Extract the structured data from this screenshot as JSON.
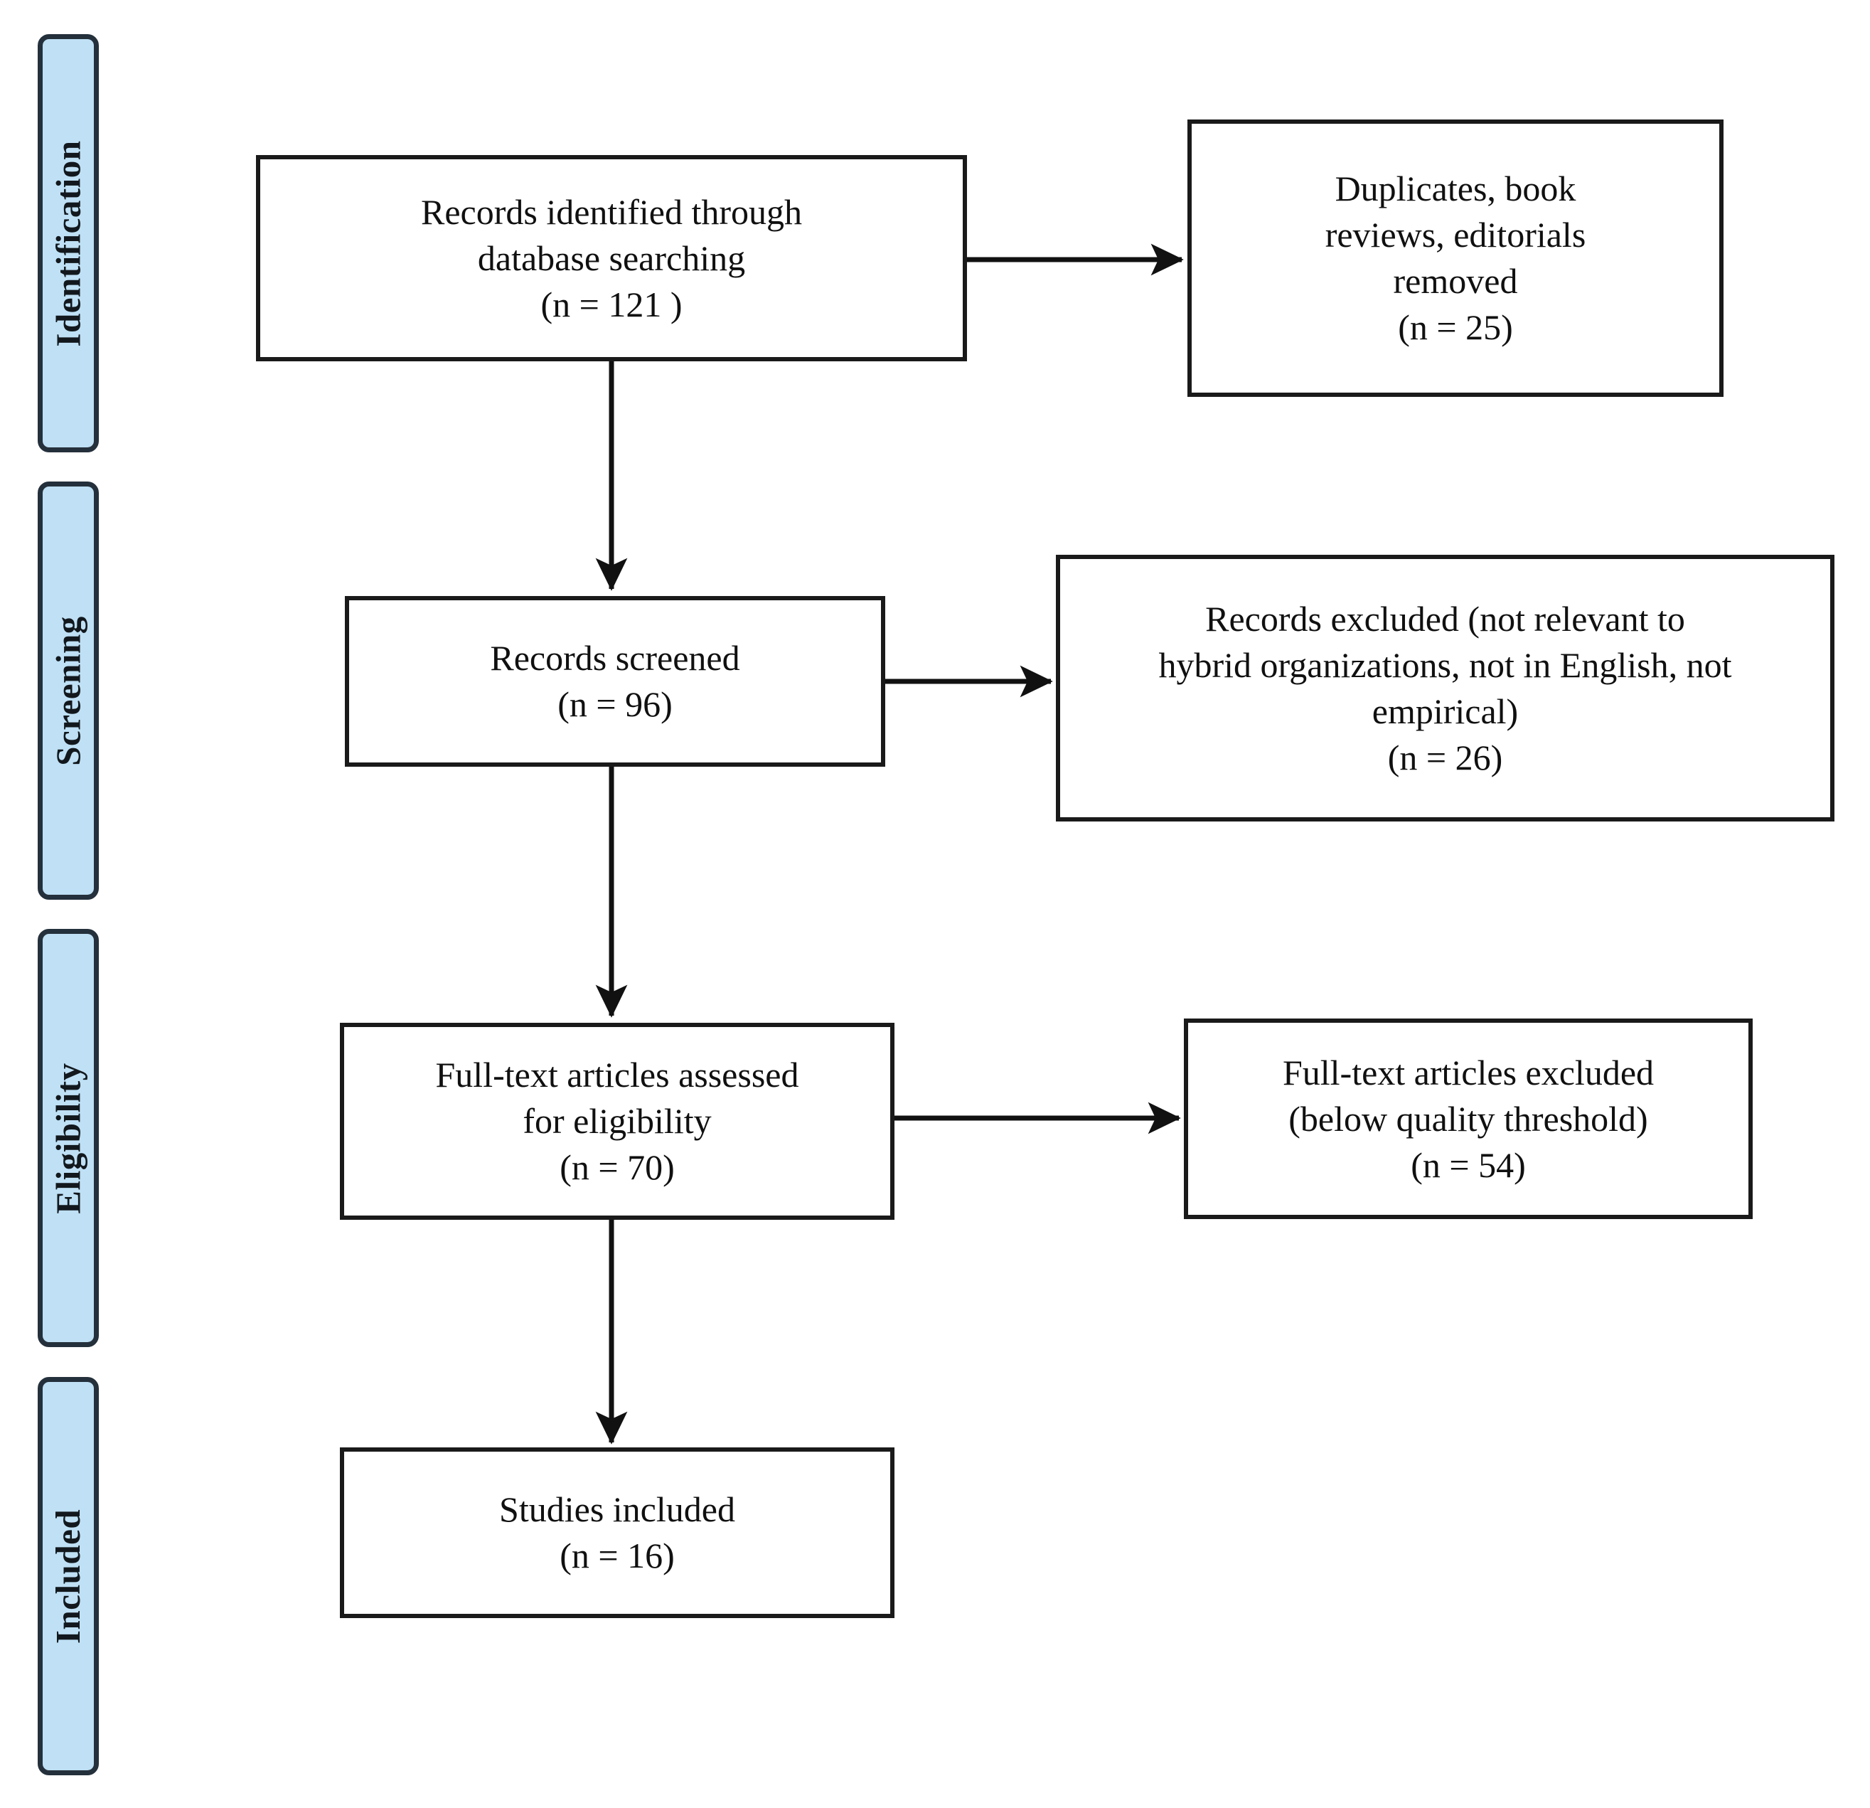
{
  "diagram": {
    "type": "prisma-flow-diagram",
    "title": "PRISMA flow diagram",
    "accent_color": "#bfe0f5",
    "border_color": "#24303b",
    "box_border_color": "#1a1a1a",
    "background_color": "#ffffff"
  },
  "stages": [
    {
      "id": "identification",
      "label": "Identification"
    },
    {
      "id": "screening",
      "label": "Screening"
    },
    {
      "id": "eligibility",
      "label": "Eligibility"
    },
    {
      "id": "included",
      "label": "Included"
    }
  ],
  "boxes": {
    "identified": {
      "id": "records-identified",
      "lines": [
        "Records identified through",
        "database searching",
        "(n = 121 )"
      ],
      "count": 121
    },
    "duplicates_removed": {
      "id": "duplicates-removed",
      "lines": [
        "Duplicates, book",
        "reviews, editorials",
        "removed",
        "(n = 25)"
      ],
      "count": 25
    },
    "screened": {
      "id": "records-screened",
      "lines": [
        "Records screened",
        "(n = 96)"
      ],
      "count": 96
    },
    "records_excluded": {
      "id": "records-excluded",
      "lines": [
        "Records excluded (not relevant to",
        "hybrid organizations, not in English, not",
        "empirical)",
        "(n = 26)"
      ],
      "count": 26
    },
    "fulltext_assessed": {
      "id": "fulltext-assessed",
      "lines": [
        "Full-text articles assessed",
        "for eligibility",
        "(n = 70)"
      ],
      "count": 70
    },
    "fulltext_excluded": {
      "id": "fulltext-excluded",
      "lines": [
        "Full-text articles excluded",
        "(below quality threshold)",
        "(n = 54)"
      ],
      "count": 54
    },
    "studies_included": {
      "id": "studies-included",
      "lines": [
        "Studies included",
        "(n = 16)"
      ],
      "count": 16
    }
  },
  "chart_data": {
    "type": "diagram",
    "title": "PRISMA flow diagram",
    "nodes": [
      {
        "stage": "Identification",
        "label": "Records identified through database searching",
        "n": 121
      },
      {
        "stage": "Identification",
        "label": "Duplicates, book reviews, editorials removed",
        "n": 25
      },
      {
        "stage": "Screening",
        "label": "Records screened",
        "n": 96
      },
      {
        "stage": "Screening",
        "label": "Records excluded (not relevant to hybrid organizations, not in English, not empirical)",
        "n": 26
      },
      {
        "stage": "Eligibility",
        "label": "Full-text articles assessed for eligibility",
        "n": 70
      },
      {
        "stage": "Eligibility",
        "label": "Full-text articles excluded (below quality threshold)",
        "n": 54
      },
      {
        "stage": "Included",
        "label": "Studies included",
        "n": 16
      }
    ],
    "edges": [
      {
        "from": "Records identified through database searching",
        "to": "Duplicates, book reviews, editorials removed",
        "direction": "right"
      },
      {
        "from": "Records identified through database searching",
        "to": "Records screened",
        "direction": "down"
      },
      {
        "from": "Records screened",
        "to": "Records excluded (not relevant to hybrid organizations, not in English, not empirical)",
        "direction": "right"
      },
      {
        "from": "Records screened",
        "to": "Full-text articles assessed for eligibility",
        "direction": "down"
      },
      {
        "from": "Full-text articles assessed for eligibility",
        "to": "Full-text articles excluded (below quality threshold)",
        "direction": "right"
      },
      {
        "from": "Full-text articles assessed for eligibility",
        "to": "Studies included",
        "direction": "down"
      }
    ]
  }
}
